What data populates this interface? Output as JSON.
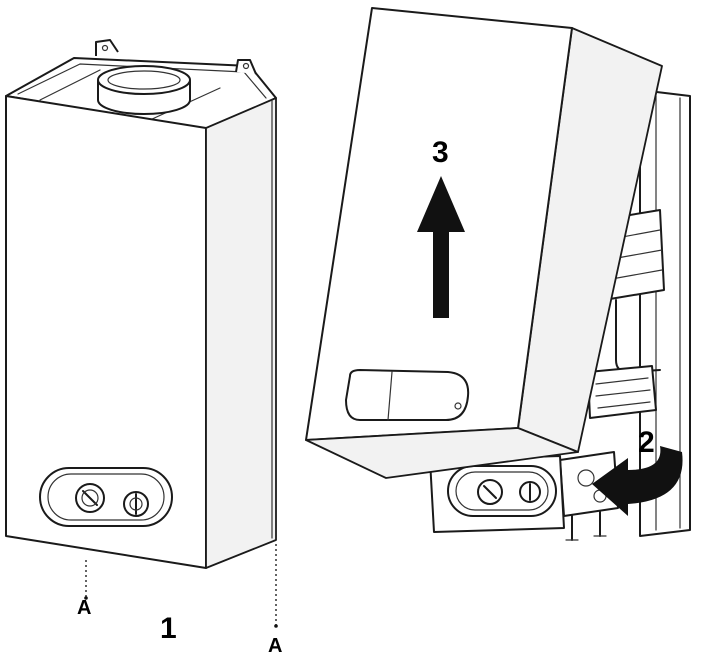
{
  "labels": {
    "screw_left": "A",
    "screw_right": "A",
    "step_1": "1",
    "step_2": "2",
    "step_3": "3"
  },
  "colors": {
    "line": "#1a1a1a",
    "arrow": "#111111",
    "background": "#ffffff"
  },
  "icons": {
    "step_2_arrow": "curved-arrow-icon",
    "step_3_arrow": "up-arrow-icon"
  }
}
